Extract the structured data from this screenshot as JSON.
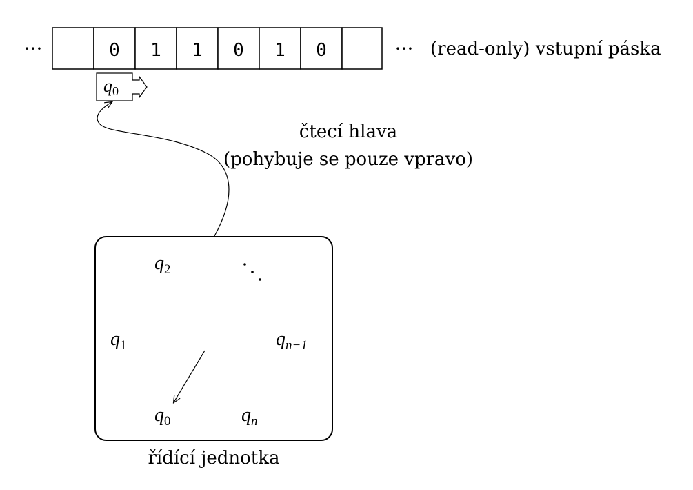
{
  "tape": {
    "left_ellipsis": "···",
    "right_ellipsis": "···",
    "cells": [
      "",
      "0",
      "1",
      "1",
      "0",
      "1",
      "0",
      ""
    ],
    "label": "(read-only) vstupní páska"
  },
  "head": {
    "state_symbol": "q",
    "state_index": "0",
    "label_line1": "čtecí hlava",
    "label_line2": "(pohybuje se pouze vpravo)"
  },
  "control_unit": {
    "label": "řídící jednotka",
    "states": [
      {
        "symbol": "q",
        "index": "2"
      },
      {
        "symbol": "q",
        "index": "1"
      },
      {
        "symbol": "q",
        "index": "0"
      },
      {
        "symbol": "q",
        "index": "n"
      },
      {
        "symbol": "q",
        "index": "n−1"
      }
    ],
    "dots": "···"
  }
}
